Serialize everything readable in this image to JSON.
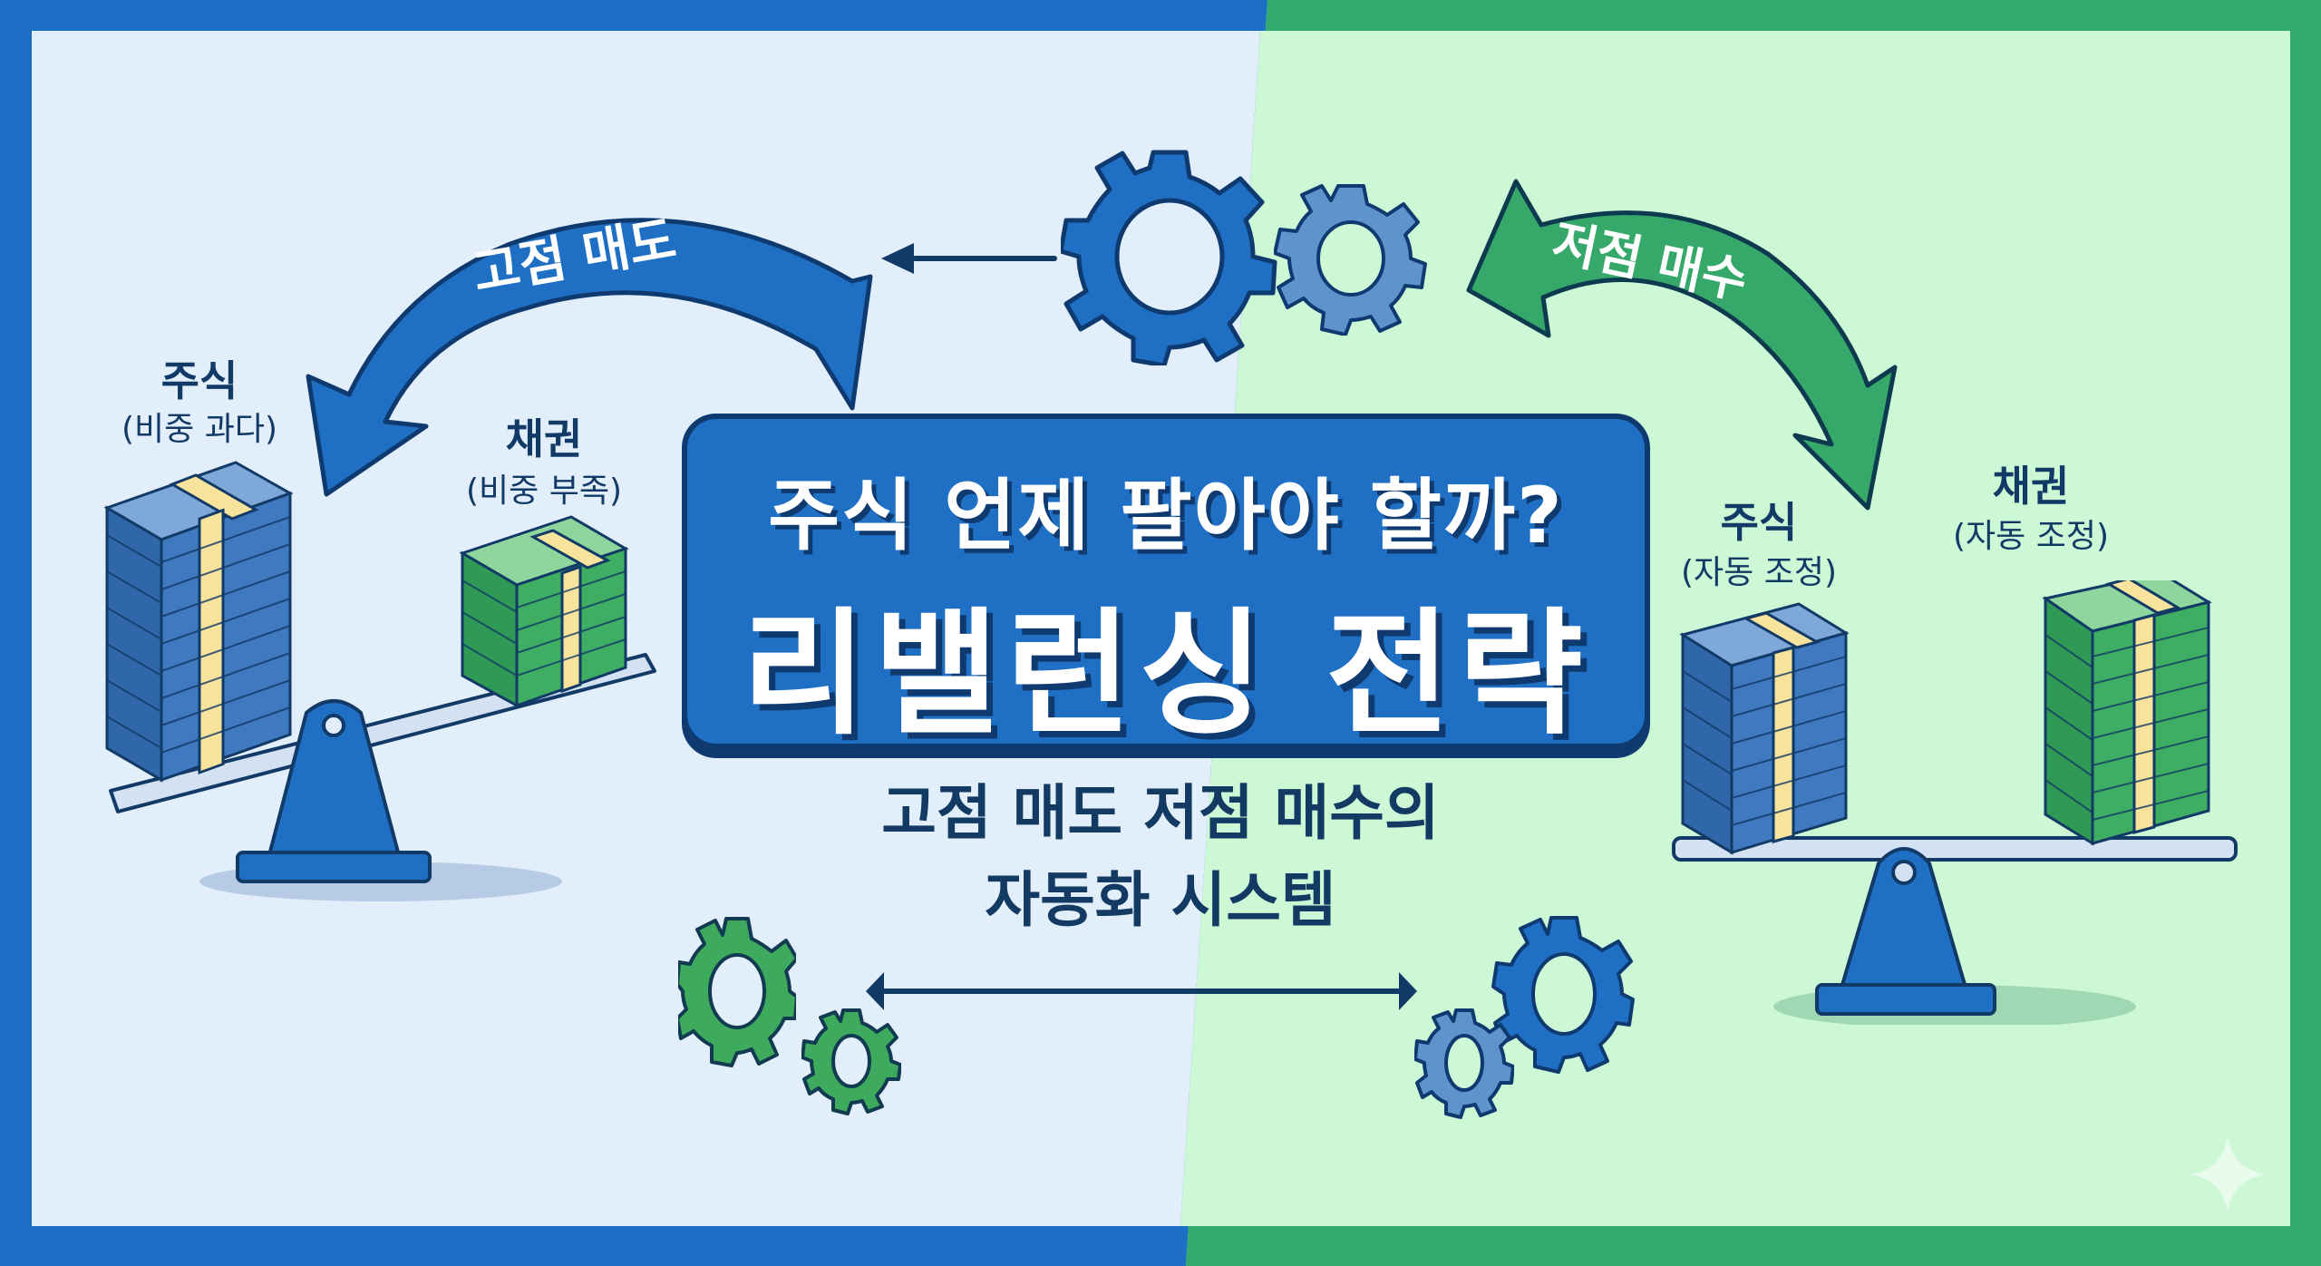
{
  "colors": {
    "left_bg": "#e3eefb",
    "right_bg": "#cdf8d6",
    "left_border": "#1c6fc4",
    "right_border": "#35aa6e",
    "blue_primary": "#1f6fc4",
    "blue_light": "#5f93cc",
    "green_primary": "#35a86a",
    "dark_navy": "#123a66",
    "band_yellow": "#f7e39c"
  },
  "title": {
    "line1": "주식 언제 팔아야 할까?",
    "line2": "리밸런싱 전략"
  },
  "subtitle": {
    "line1": "고점 매도 저점 매수의",
    "line2": "자동화 시스템"
  },
  "left_panel": {
    "arrow_label": "고점 매도",
    "stock": {
      "name": "주식",
      "status": "(비중 과다)"
    },
    "bond": {
      "name": "채권",
      "status": "(비중 부족)"
    }
  },
  "right_panel": {
    "arrow_label": "저점 매수",
    "stock": {
      "name": "주식",
      "status": "(자동 조정)"
    },
    "bond": {
      "name": "채권",
      "status": "(자동 조정)"
    }
  }
}
